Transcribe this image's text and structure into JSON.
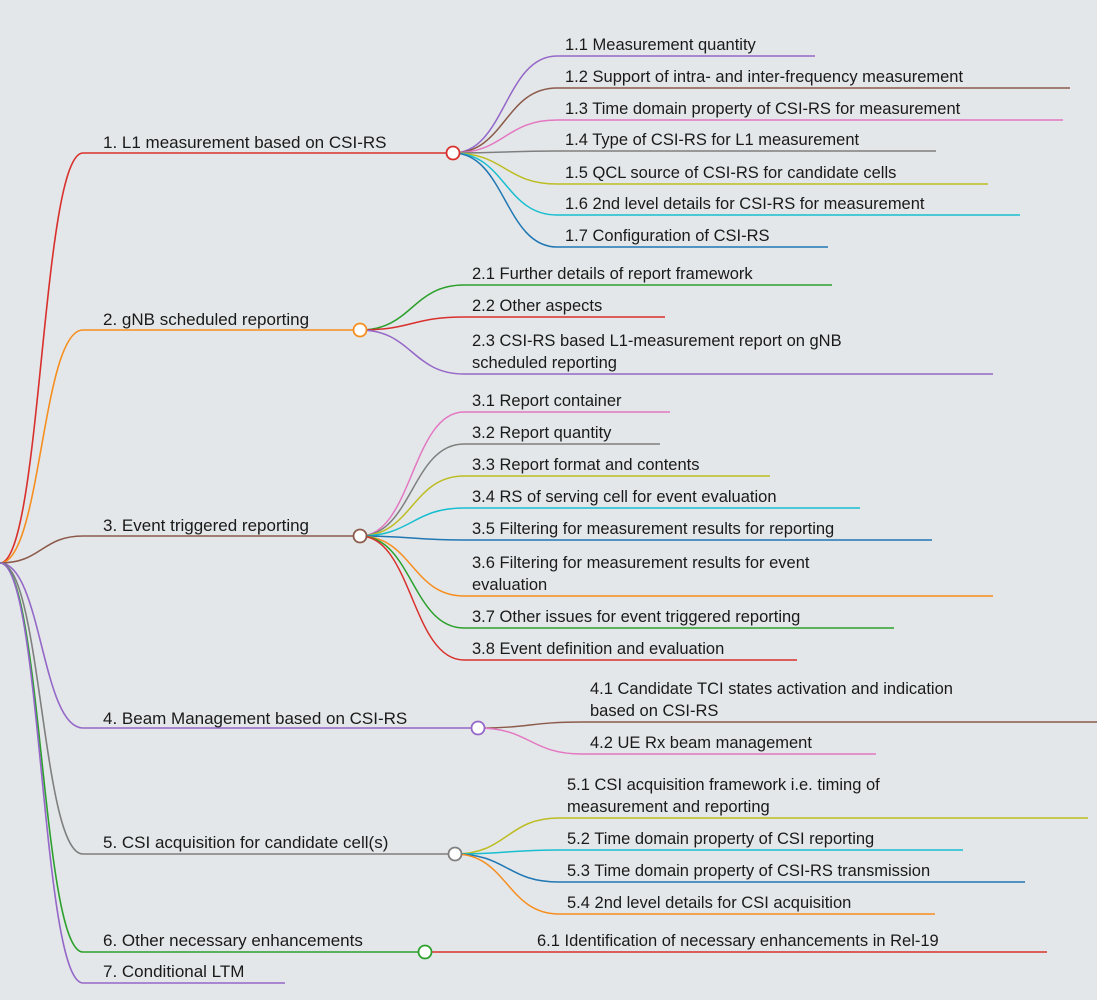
{
  "colors": {
    "red": "#d8302c",
    "orange": "#f68e1f",
    "brown": "#8c5a4a",
    "purple": "#9467c8",
    "gray": "#7f7f7f",
    "green": "#2ca02c",
    "pink": "#e377c2",
    "olive": "#bcbd22",
    "cyan": "#17becf",
    "blue": "#1f77b4"
  },
  "branches": [
    {
      "label": "1. L1 measurement based on CSI-RS",
      "color": "red",
      "children": [
        {
          "label": "1.1 Measurement quantity",
          "color": "purple"
        },
        {
          "label": "1.2 Support of intra- and inter-frequency measurement",
          "color": "brown"
        },
        {
          "label": "1.3 Time domain property of CSI-RS for measurement",
          "color": "pink"
        },
        {
          "label": "1.4 Type of CSI-RS for L1 measurement",
          "color": "gray"
        },
        {
          "label": "1.5 QCL source of CSI-RS for candidate cells",
          "color": "olive"
        },
        {
          "label": "1.6 2nd level details for CSI-RS for measurement",
          "color": "cyan"
        },
        {
          "label": "1.7 Configuration of CSI-RS",
          "color": "blue"
        }
      ]
    },
    {
      "label": "2. gNB scheduled reporting",
      "color": "orange",
      "children": [
        {
          "label": "2.1 Further details of report framework",
          "color": "green"
        },
        {
          "label": "2.2 Other aspects",
          "color": "red"
        },
        {
          "label": "2.3 CSI-RS based L1-measurement report on gNB scheduled reporting",
          "lines": [
            "2.3 CSI-RS based L1-measurement report on gNB",
            "scheduled reporting"
          ],
          "color": "purple"
        }
      ]
    },
    {
      "label": "3. Event triggered reporting",
      "color": "brown",
      "children": [
        {
          "label": "3.1 Report container",
          "color": "pink"
        },
        {
          "label": "3.2 Report quantity",
          "color": "gray"
        },
        {
          "label": "3.3 Report format and contents",
          "color": "olive"
        },
        {
          "label": "3.4 RS of serving cell for event evaluation",
          "color": "cyan"
        },
        {
          "label": "3.5 Filtering for measurement results for reporting",
          "color": "blue"
        },
        {
          "label": "3.6 Filtering for measurement results for event evaluation",
          "lines": [
            "3.6 Filtering for measurement results for event",
            "evaluation"
          ],
          "color": "orange"
        },
        {
          "label": "3.7 Other issues for event triggered reporting",
          "color": "green"
        },
        {
          "label": "3.8 Event definition and evaluation",
          "color": "red"
        }
      ]
    },
    {
      "label": "4. Beam Management based on CSI-RS",
      "color": "purple",
      "children": [
        {
          "label": "4.1 Candidate TCI states activation and indication based on CSI-RS",
          "lines": [
            "4.1 Candidate TCI states activation and indication",
            "based on CSI-RS"
          ],
          "color": "brown"
        },
        {
          "label": "4.2 UE Rx beam management",
          "color": "pink"
        }
      ]
    },
    {
      "label": "5. CSI acquisition for candidate cell(s)",
      "color": "gray",
      "children": [
        {
          "label": "5.1 CSI acquisition framework i.e. timing of measurement and reporting",
          "lines": [
            "5.1 CSI acquisition framework i.e. timing of",
            "measurement and reporting"
          ],
          "color": "olive"
        },
        {
          "label": "5.2 Time domain property of CSI reporting",
          "color": "cyan"
        },
        {
          "label": "5.3 Time domain property of CSI-RS transmission",
          "color": "blue"
        },
        {
          "label": "5.4 2nd level details for CSI acquisition",
          "color": "orange"
        }
      ]
    },
    {
      "label": "6. Other necessary enhancements",
      "color": "green",
      "children": [
        {
          "label": "6.1 Identification of necessary enhancements in Rel-19",
          "color": "red"
        }
      ]
    },
    {
      "label": "7. Conditional LTM",
      "color": "purple",
      "children": []
    }
  ]
}
